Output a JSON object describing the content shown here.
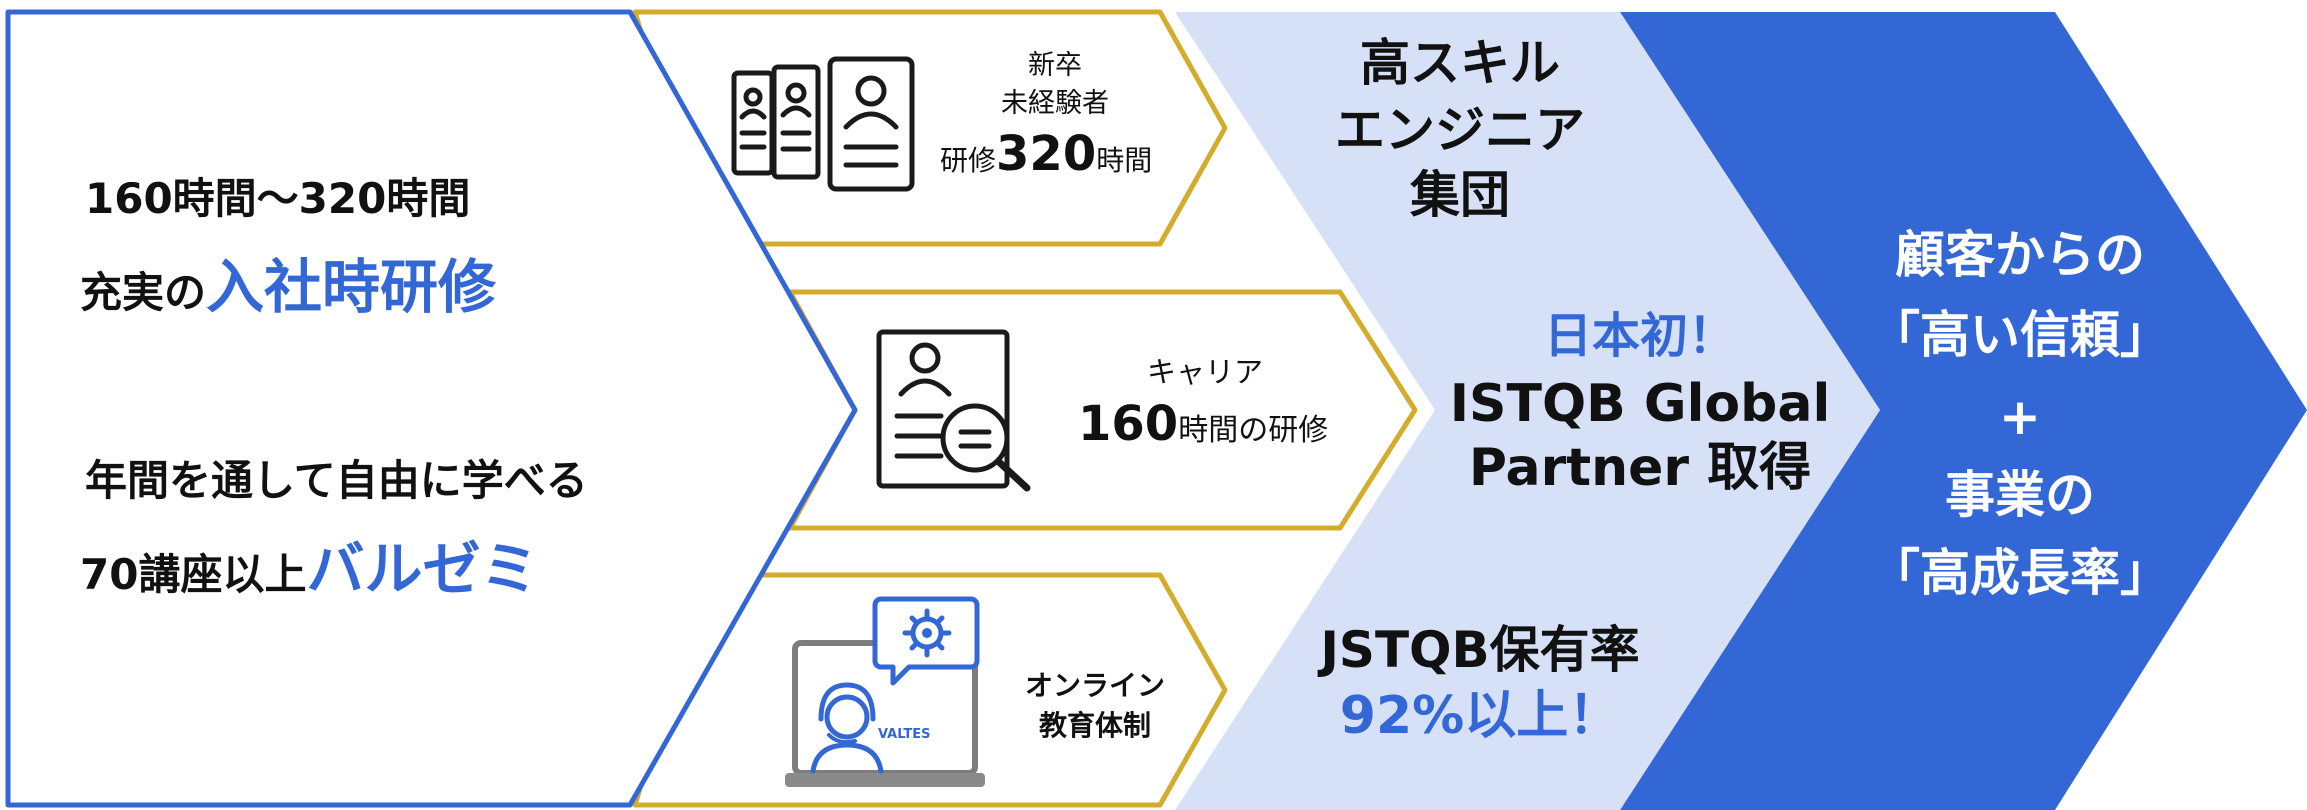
{
  "colors": {
    "accent_blue": "#3367d6",
    "pale_blue": "#d6e1f7",
    "gold": "#d4ac2b",
    "white_text": "#ffffff"
  },
  "left_panel": {
    "line1": "160時間〜320時間",
    "line2_prefix": "充実の",
    "line2_highlight": "入社時研修",
    "line3": "年間を通して自由に学べる",
    "line4_prefix": "70講座以上",
    "line4_highlight": "バルゼミ"
  },
  "programs": [
    {
      "icon": "resume-documents-icon",
      "line1": "新卒",
      "line2": "未経験者",
      "prefix": "研修",
      "number": "320",
      "suffix": "時間"
    },
    {
      "icon": "magnifier-document-icon",
      "line1": "キャリア",
      "number": "160",
      "suffix": "時間の研修"
    },
    {
      "icon": "laptop-support-icon",
      "logo_text": "VALTES",
      "line1": "オンライン",
      "line2": "教育体制"
    }
  ],
  "engineer_group": {
    "title_lines": [
      "高スキル",
      "エンジニア",
      "集団"
    ],
    "first_label": "日本初！",
    "istqb_lines": [
      "ISTQB Global",
      "Partner 取得"
    ],
    "jstqb_line": "JSTQB保有率",
    "jstqb_rate": "92%以上！"
  },
  "result": {
    "lines": [
      "顧客からの",
      "「高い信頼」",
      "+",
      "事業の",
      "「高成長率」"
    ]
  }
}
